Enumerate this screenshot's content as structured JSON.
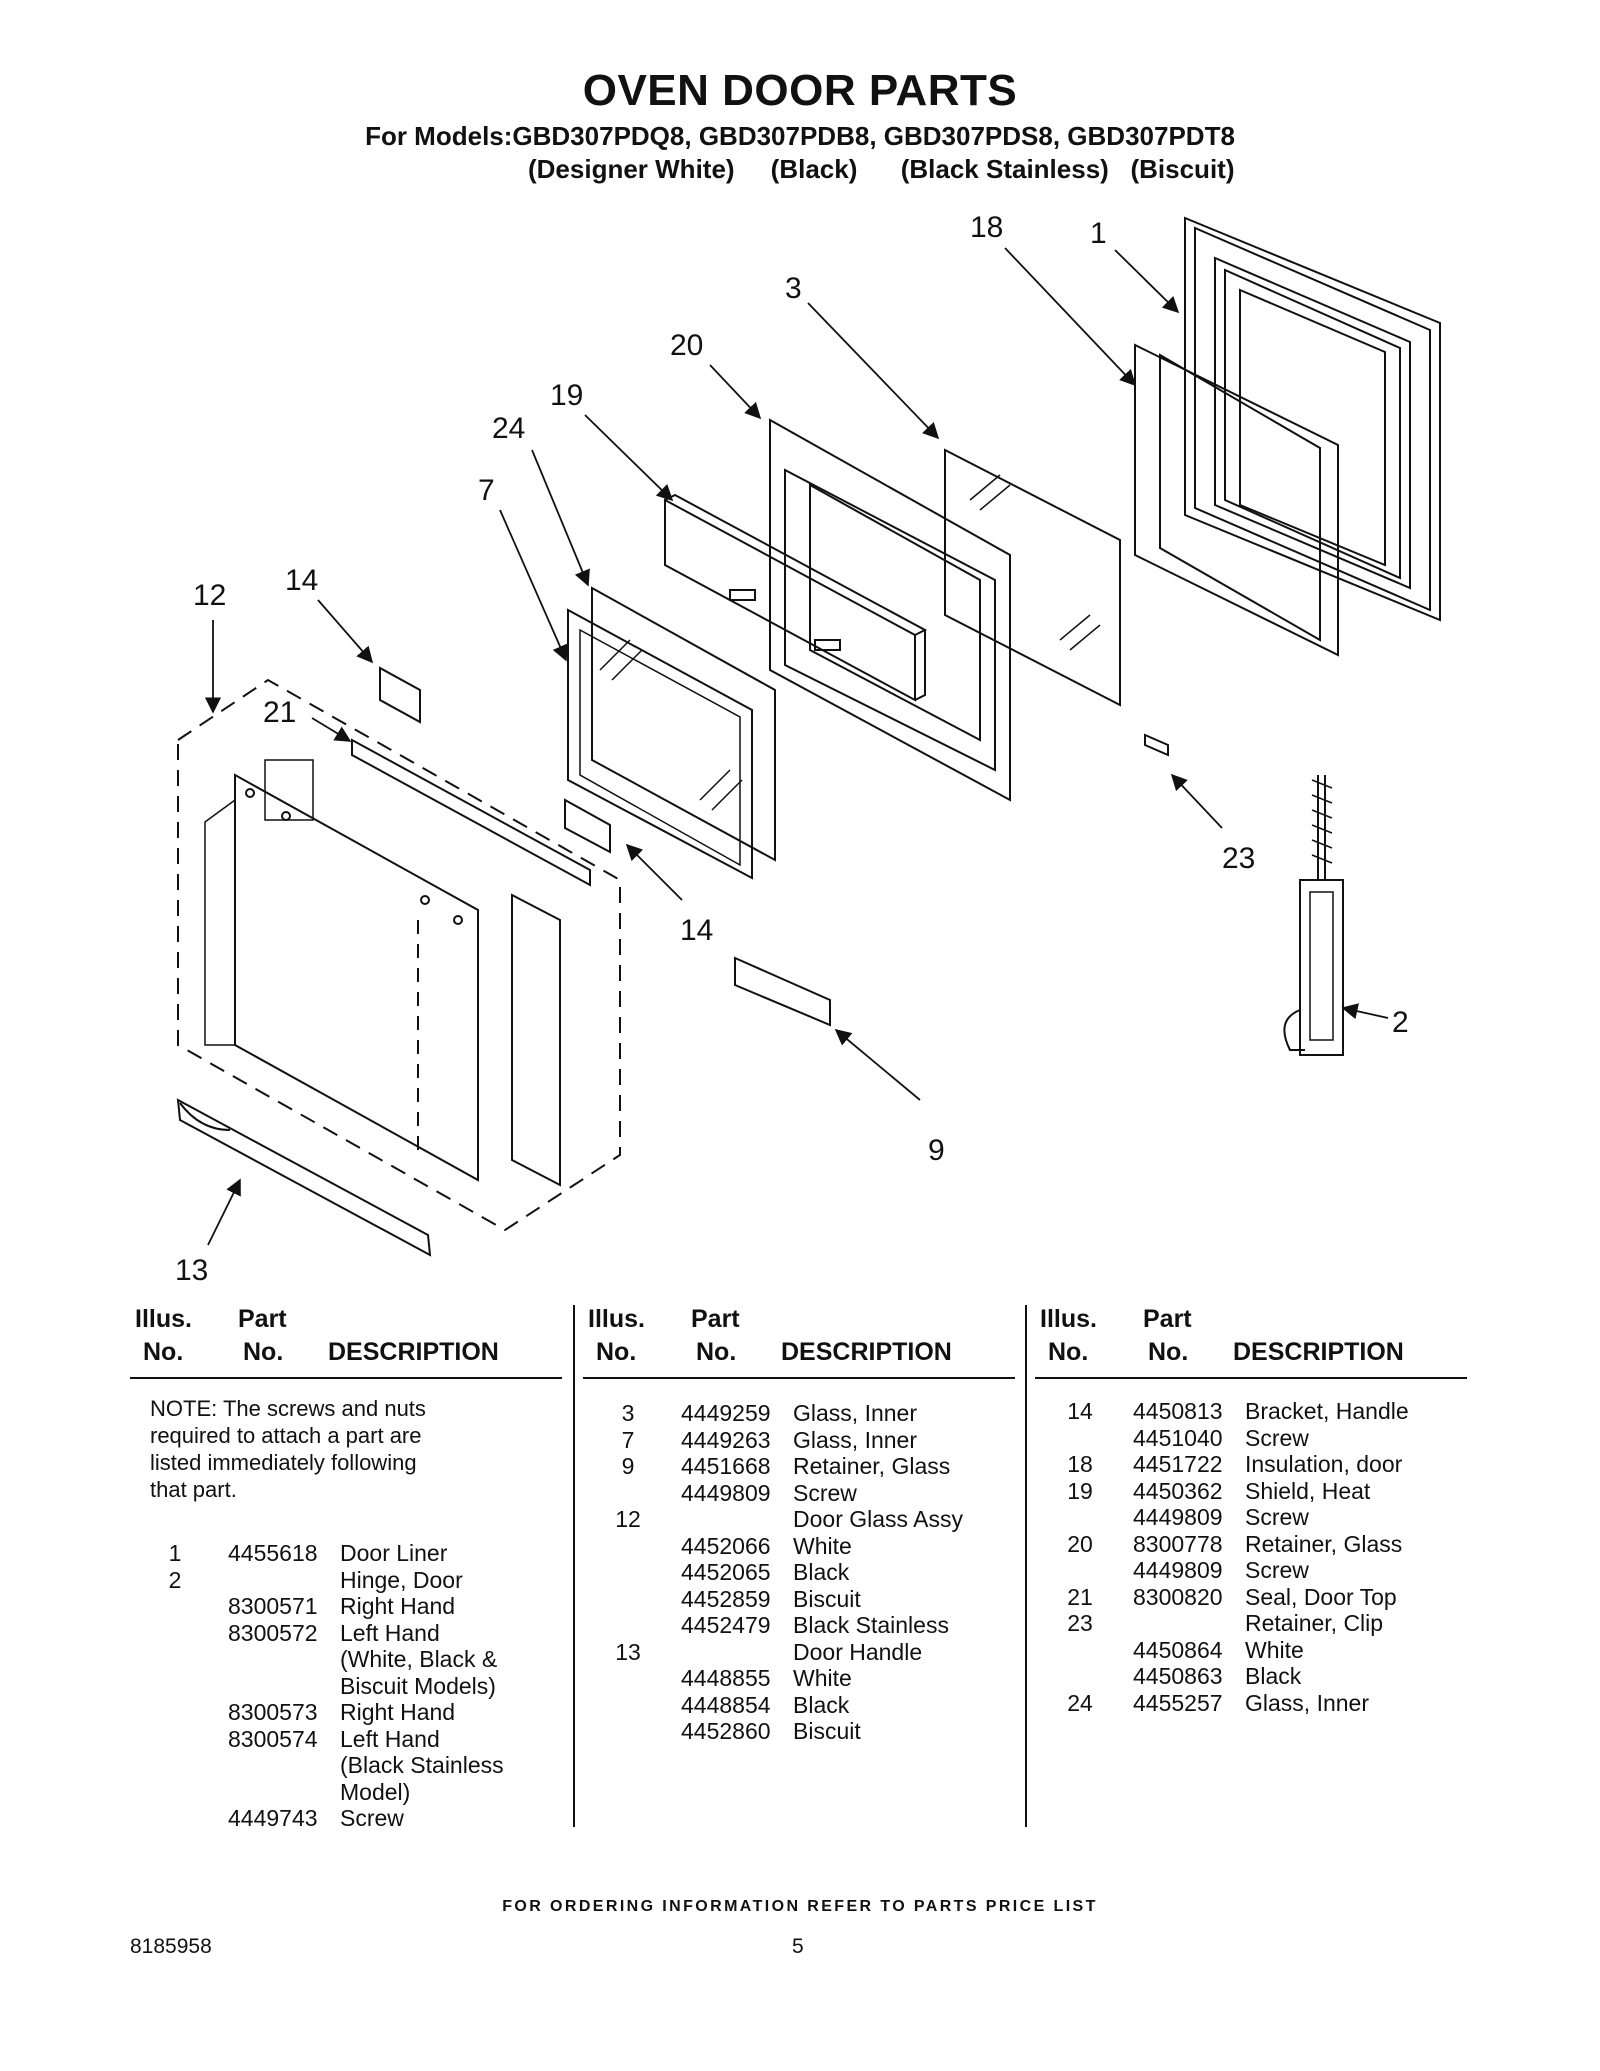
{
  "header": {
    "title": "OVEN DOOR PARTS",
    "subtitle": "For Models:GBD307PDQ8, GBD307PDB8, GBD307PDS8, GBD307PDT8",
    "colors": "(Designer White)     (Black)      (Black Stainless)   (Biscuit)"
  },
  "diagram": {
    "callouts": [
      "18",
      "1",
      "3",
      "20",
      "19",
      "24",
      "7",
      "12",
      "14",
      "21",
      "14",
      "23",
      "2",
      "9",
      "13"
    ]
  },
  "table": {
    "headers": {
      "illus1": "Illus.",
      "illus2": "No.",
      "part1": "Part",
      "part2": "No.",
      "desc": "DESCRIPTION"
    },
    "note": [
      "NOTE: The screws and nuts",
      "required to attach a part are",
      "listed immediately following",
      "that part."
    ],
    "col1": [
      [
        "1",
        "4455618",
        "Door Liner"
      ],
      [
        "2",
        "",
        "Hinge, Door"
      ],
      [
        "",
        "8300571",
        "Right Hand"
      ],
      [
        "",
        "8300572",
        "Left Hand"
      ],
      [
        "",
        "",
        "(White, Black &"
      ],
      [
        "",
        "",
        "Biscuit Models)"
      ],
      [
        "",
        "8300573",
        "Right Hand"
      ],
      [
        "",
        "8300574",
        "Left Hand"
      ],
      [
        "",
        "",
        "(Black Stainless"
      ],
      [
        "",
        "",
        "Model)"
      ],
      [
        "",
        "4449743",
        "Screw"
      ]
    ],
    "col2": [
      [
        "3",
        "4449259",
        "Glass, Inner"
      ],
      [
        "7",
        "4449263",
        "Glass, Inner"
      ],
      [
        "9",
        "4451668",
        "Retainer, Glass"
      ],
      [
        "",
        "4449809",
        "Screw"
      ],
      [
        "12",
        "",
        "Door Glass Assy"
      ],
      [
        "",
        "4452066",
        "White"
      ],
      [
        "",
        "4452065",
        "Black"
      ],
      [
        "",
        "4452859",
        "Biscuit"
      ],
      [
        "",
        "4452479",
        "Black Stainless"
      ],
      [
        "13",
        "",
        "Door Handle"
      ],
      [
        "",
        "4448855",
        "White"
      ],
      [
        "",
        "4448854",
        "Black"
      ],
      [
        "",
        "4452860",
        "Biscuit"
      ]
    ],
    "col3": [
      [
        "14",
        "4450813",
        "Bracket, Handle"
      ],
      [
        "",
        "4451040",
        "Screw"
      ],
      [
        "18",
        "4451722",
        "Insulation, door"
      ],
      [
        "19",
        "4450362",
        "Shield, Heat"
      ],
      [
        "",
        "4449809",
        "Screw"
      ],
      [
        "20",
        "8300778",
        "Retainer, Glass"
      ],
      [
        "",
        "4449809",
        "Screw"
      ],
      [
        "21",
        "8300820",
        "Seal, Door Top"
      ],
      [
        "23",
        "",
        "Retainer, Clip"
      ],
      [
        "",
        "4450864",
        "White"
      ],
      [
        "",
        "4450863",
        "Black"
      ],
      [
        "24",
        "4455257",
        "Glass, Inner"
      ]
    ]
  },
  "footer": {
    "ordering": "FOR ORDERING INFORMATION REFER TO PARTS PRICE LIST",
    "doc_number": "8185958",
    "page": "5"
  }
}
